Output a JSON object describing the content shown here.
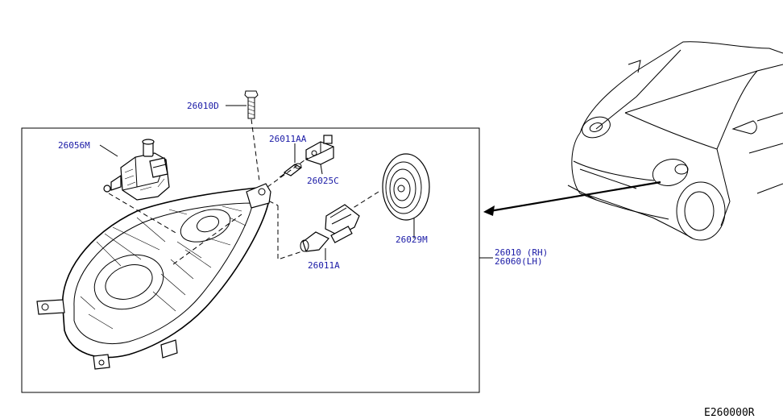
{
  "parts": {
    "bolt": "26010D",
    "leveling_motor": "26056M",
    "position_bulb": "26011AA",
    "position_socket": "26025C",
    "cap": "26029M",
    "main_bulb": "26011A",
    "assembly_rh": "26010 (RH)",
    "assembly_lh": "26060(LH)"
  },
  "diagram_code": "E260000R"
}
